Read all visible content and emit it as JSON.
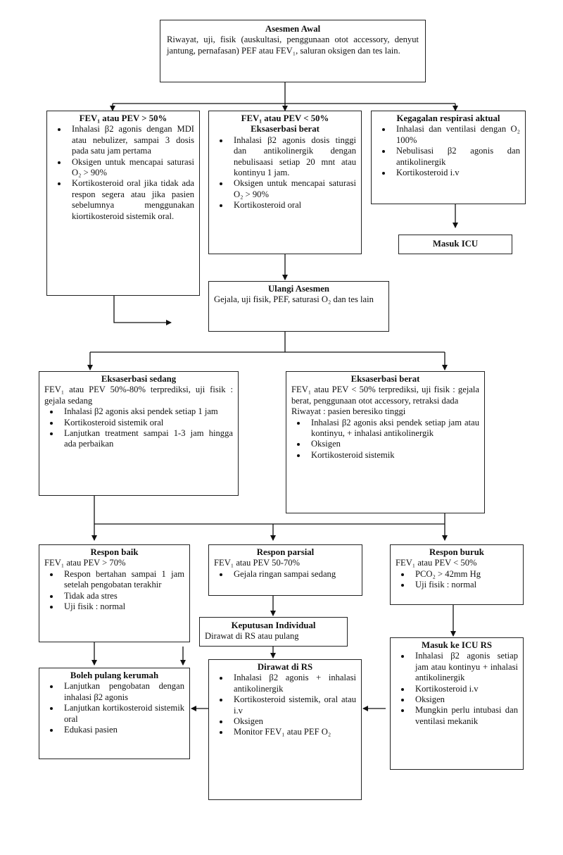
{
  "initial": {
    "title": "Asesmen Awal",
    "text": "Riwayat, uji, fisik (auskultasi, penggunaan otot accessory, denyut jantung, pernafasan) PEF atau FEV₁, saluran oksigen dan tes lain."
  },
  "col_mild": {
    "title": "FEV₁ atau PEV > 50%",
    "items": [
      "Inhalasi β2 agonis dengan MDI atau nebulizer, sampai 3 dosis pada satu jam pertama",
      "Oksigen untuk mencapai saturasi O₂ > 90%",
      "Kortikosteroid oral jika tidak ada respon segera atau jika pasien sebelumnya menggunakan kiortikosteroid sistemik oral."
    ]
  },
  "col_severe": {
    "title": "FEV₁ atau PEV < 50%",
    "subtitle": "Eksaserbasi berat",
    "items": [
      "Inhalasi β2 agonis dosis tinggi dan antikolinergik dengan nebulisaasi setiap 20 mnt atau kontinyu 1 jam.",
      "Oksigen untuk mencapai saturasi O₂ > 90%",
      "Kortikosteroid oral"
    ]
  },
  "col_failure": {
    "title": "Kegagalan respirasi aktual",
    "items": [
      "Inhalasi dan ventilasi dengan O₂ 100%",
      "Nebulisasi β2 agonis dan antikolinergik",
      "Kortikosteroid i.v"
    ]
  },
  "icu_top": {
    "label": "Masuk ICU"
  },
  "reassess": {
    "title": "Ulangi Asesmen",
    "text": "Gejala, uji fisik, PEF, saturasi O₂ dan tes lain"
  },
  "moderate": {
    "title": "Eksaserbasi sedang",
    "text": "FEV₁ atau PEV 50%-80% terprediksi, uji fisik : gejala sedang",
    "items": [
      "Inhalasi β2 agonis aksi pendek setiap 1 jam",
      "Kortikosteroid sistemik oral",
      "Lanjutkan treatment sampai 1-3 jam hingga ada perbaikan"
    ]
  },
  "severe2": {
    "title": "Eksaserbasi berat",
    "text": "FEV₁ atau PEV < 50% terprediksi, uji fisik : gejala berat, penggunaan otot accessory, retraksi dada",
    "text2": "Riwayat : pasien beresiko tinggi",
    "items": [
      "Inhalasi β2 agonis aksi pendek setiap jam atau kontinyu, + inhalasi antikolinergik",
      "Oksigen",
      "Kortikosteroid sistemik"
    ]
  },
  "good": {
    "title": "Respon baik",
    "text": "FEV₁ atau PEV > 70%",
    "items": [
      "Respon bertahan sampai 1 jam setelah pengobatan terakhir",
      "Tidak ada stres",
      "Uji fisik : normal"
    ]
  },
  "partial": {
    "title": "Respon parsial",
    "text": "FEV₁ atau PEV 50-70%",
    "items": [
      "Gejala ringan sampai sedang"
    ]
  },
  "poor": {
    "title": "Respon buruk",
    "text": "FEV₁ atau PEV < 50%",
    "items": [
      "PCO₂ > 42mm Hg",
      "Uji fisik : normal"
    ]
  },
  "decision": {
    "title": "Keputusan Individual",
    "text": "Dirawat di RS atau pulang"
  },
  "discharge": {
    "title": "Boleh pulang kerumah",
    "items": [
      "Lanjutkan pengobatan dengan inhalasi β2 agonis",
      "Lanjutkan kortikosteroid sistemik oral",
      "Edukasi pasien"
    ]
  },
  "hospital": {
    "title": "Dirawat di RS",
    "items": [
      "Inhalasi β2 agonis + inhalasi antikolinergik",
      "Kortikosteroid sistemik, oral atau i.v",
      "Oksigen",
      "Monitor FEV₁ atau PEF O₂"
    ]
  },
  "icu": {
    "title": "Masuk ke ICU RS",
    "items": [
      "Inhalasi β2 agonis setiap jam atau kontinyu + inhalasi antikolinergik",
      "Kortikosteroid i.v",
      "Oksigen",
      "Mungkin perlu intubasi dan ventilasi mekanik"
    ]
  }
}
